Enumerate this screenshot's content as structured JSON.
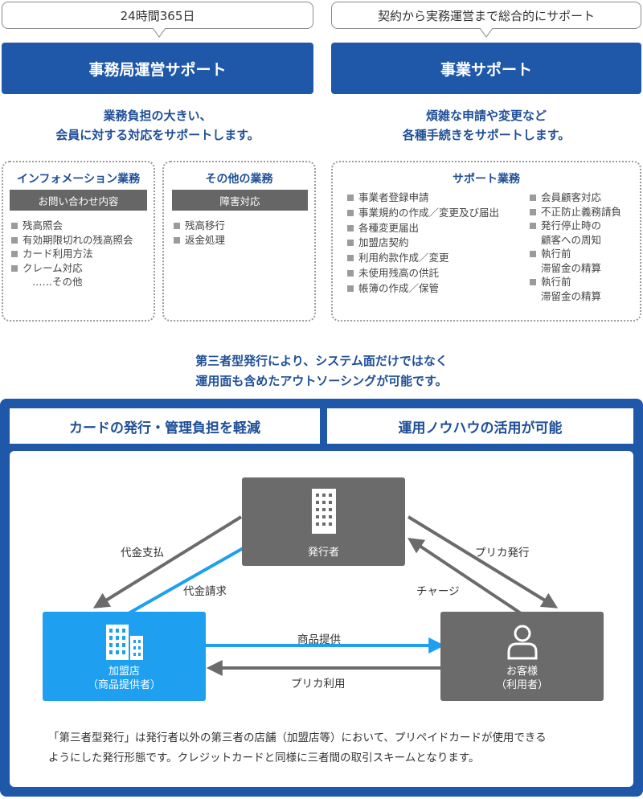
{
  "left_column": {
    "bubble": "24時間365日",
    "header": "事務局運営サポート",
    "lead_lines": [
      "業務負担の大きい、",
      "会員に対する対応をサポートします。"
    ],
    "info_box": {
      "title": "インフォメーション業務",
      "bar": "お問い合わせ内容",
      "items": [
        "残高照会",
        "有効期限切れの残高照会",
        "カード利用方法",
        "クレーム対応"
      ],
      "tail": "……その他"
    },
    "other_box": {
      "title": "その他の業務",
      "bar": "障害対応",
      "items": [
        "残高移行",
        "返金処理"
      ]
    }
  },
  "right_column": {
    "bubble": "契約から実務運営まで総合的にサポート",
    "header": "事業サポート",
    "lead_lines": [
      "煩雑な申請や変更など",
      "各種手続きをサポートします。"
    ],
    "support_box": {
      "title": "サポート業務",
      "items_left": [
        "事業者登録申請",
        "事業規約の作成／変更及び届出",
        "各種変更届出",
        "加盟店契約",
        "利用約款作成／変更",
        "未使用残高の供託",
        "帳簿の作成／保管"
      ],
      "items_right": [
        {
          "line1": "会員顧客対応",
          "line2": ""
        },
        {
          "line1": "不正防止義務請負",
          "line2": ""
        },
        {
          "line1": "発行停止時の",
          "line2": "顧客への周知"
        },
        {
          "line1": "執行前",
          "line2": "滞留金の精算"
        },
        {
          "line1": "執行前",
          "line2": "滞留金の精算"
        }
      ]
    }
  },
  "middle_lead_lines": [
    "第三者型発行により、システム面だけではなく",
    "運用面も含めたアウトソーシングが可能です。"
  ],
  "frame": {
    "header_left": "カードの発行・管理負担を軽減",
    "header_right": "運用ノウハウの活用が可能"
  },
  "diagram": {
    "issuer": "発行者",
    "merchant_line1": "加盟店",
    "merchant_line2": "（商品提供者）",
    "customer_line1": "お客様",
    "customer_line2": "（利用者）",
    "edges": {
      "payment": "代金支払",
      "billing": "代金請求",
      "prepaid_issue": "プリカ発行",
      "charge": "チャージ",
      "goods": "商品提供",
      "prepaid_use": "プリカ利用"
    },
    "colors": {
      "issuer": "#6b6b6b",
      "merchant": "#1e9ff0",
      "customer": "#6b6b6b",
      "gray_arrow": "#6b6b6b",
      "blue_arrow": "#1e9ff0"
    }
  },
  "note_lines": [
    "「第三者型発行」は発行者以外の第三者の店舗（加盟店等）において、プリペイドカードが使用できる",
    "ようにした発行形態です。クレジットカードと同様に三者間の取引スキームとなります。"
  ]
}
